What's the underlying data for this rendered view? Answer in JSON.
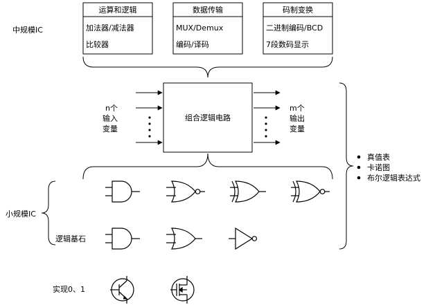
{
  "diagram": {
    "msi_label": "中规模IC",
    "ssi_label": "小规模IC",
    "msi_boxes": [
      {
        "title": "运算和逻辑",
        "lines": [
          "加法器/减法器",
          "比较器"
        ]
      },
      {
        "title": "数据传输",
        "lines": [
          "MUX/Demux",
          "编码/译码"
        ]
      },
      {
        "title": "码制变换",
        "lines": [
          "二进制编码/BCD",
          "7段数码显示"
        ]
      }
    ],
    "circuit": {
      "title": "组合逻辑电路",
      "inputs": [
        "n个",
        "输入",
        "变量"
      ],
      "outputs": [
        "m个",
        "输出",
        "变量"
      ]
    },
    "representations": [
      "真值表",
      "卡诺图",
      "布尔逻辑表达式"
    ],
    "logic_basis_label": "逻辑基石",
    "implementation_label": "实现0、1",
    "gates_row1": [
      "and-gate",
      "nor-gate",
      "xor-gate",
      "xnor-gate"
    ],
    "gates_row2": [
      "and-gate",
      "or-gate",
      "not-gate"
    ],
    "transistors": [
      "bjt-transistor",
      "mosfet-transistor"
    ]
  }
}
